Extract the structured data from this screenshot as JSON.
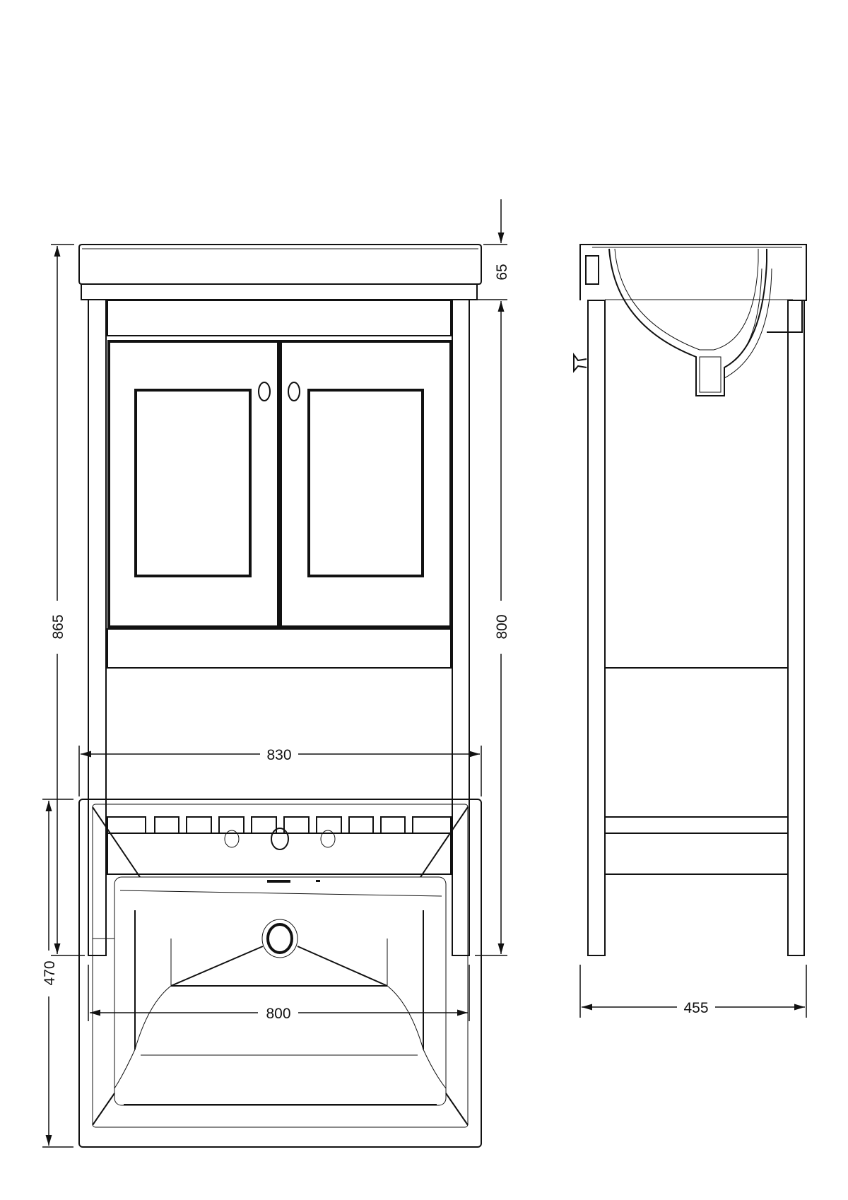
{
  "dimensions": {
    "front_height_total": "865",
    "basin_height": "65",
    "cabinet_height": "800",
    "cabinet_width": "800",
    "side_depth": "455",
    "basin_width": "830",
    "basin_depth": "470"
  }
}
